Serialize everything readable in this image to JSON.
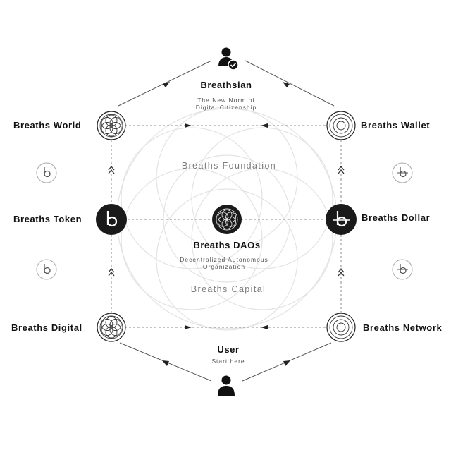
{
  "nodes": {
    "breathsian": {
      "title": "Breathsian",
      "subtitle_line1": "The New Norm of",
      "subtitle_line2": "Digital Citizenship"
    },
    "world": {
      "title": "Breaths World"
    },
    "wallet": {
      "title": "Breaths Wallet"
    },
    "token": {
      "title": "Breaths Token"
    },
    "dollar": {
      "title": "Breaths Dollar"
    },
    "daos": {
      "title": "Breaths DAOs",
      "subtitle_line1": "Decentralized Autonomous",
      "subtitle_line2": "Organization"
    },
    "digital": {
      "title": "Breaths Digital"
    },
    "network": {
      "title": "Breaths Network"
    },
    "user": {
      "title": "User",
      "subtitle": "Start here"
    }
  },
  "background_labels": {
    "foundation": "Breaths Foundation",
    "capital": "Breaths Capital"
  },
  "icons": {
    "token_symbol": "b",
    "dollar_symbol": "b-with-bar",
    "breathsian_icon": "verified-user-icon",
    "user_icon": "user-icon",
    "flower_icon": "flower-of-life-icon"
  },
  "colors": {
    "ink": "#111111",
    "line": "#8a8a8a",
    "faint": "#d9d9d9",
    "text_muted": "#555555"
  }
}
